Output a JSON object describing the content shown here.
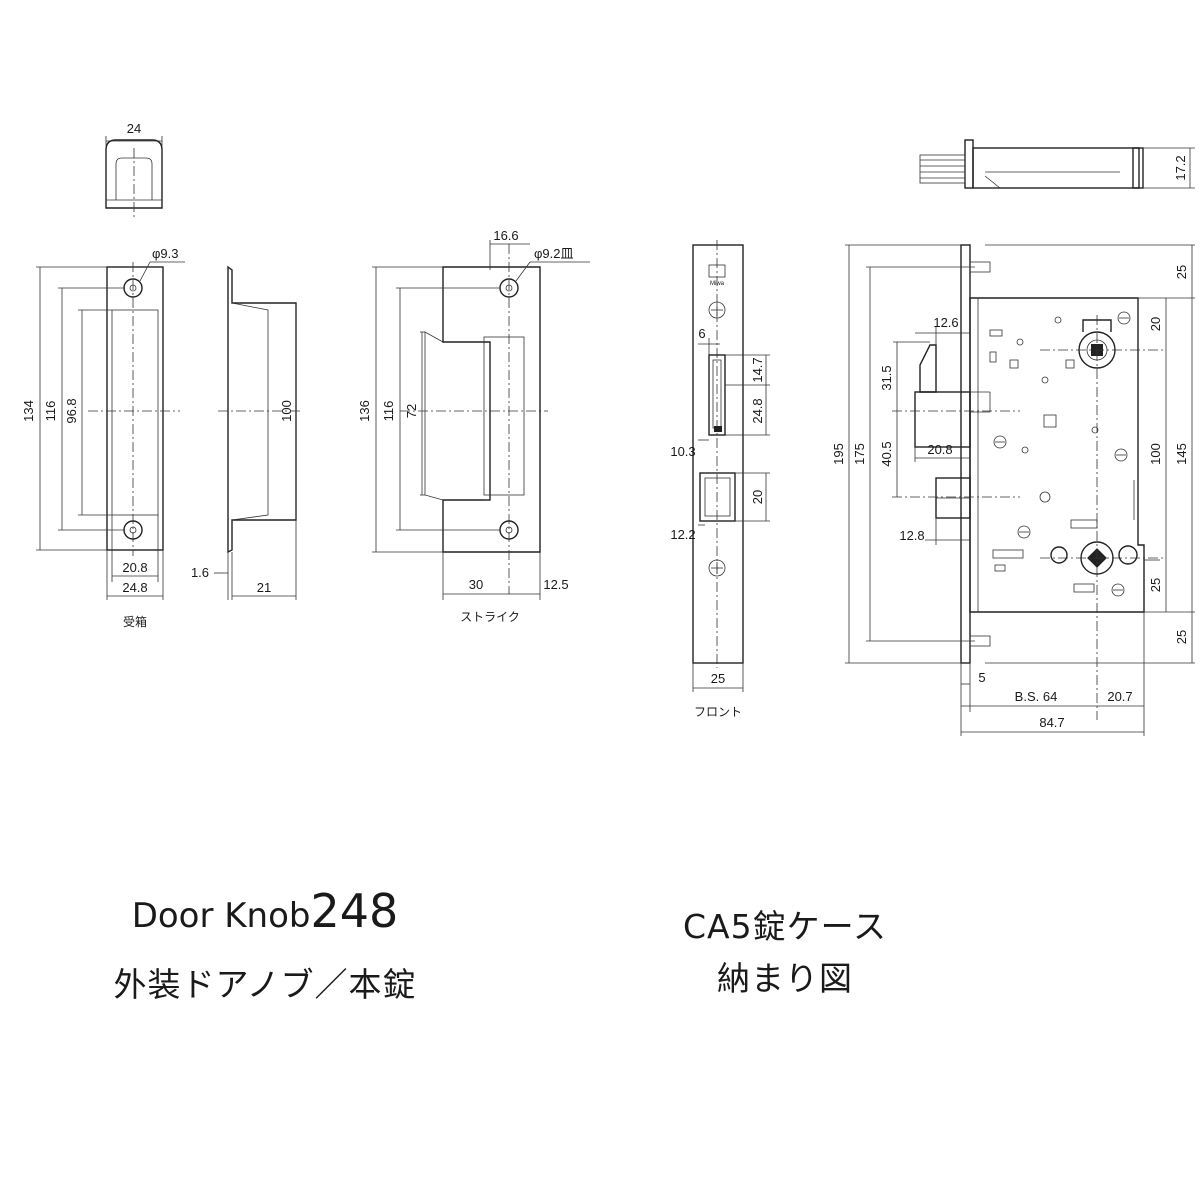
{
  "views": {
    "strike_box": {
      "caption": "受箱",
      "dims": {
        "top_width": "24",
        "hole": "φ9.3",
        "h134": "134",
        "h116": "116",
        "h96_8": "96.8",
        "w20_8": "20.8",
        "w24_8": "24.8"
      }
    },
    "strike_box_side": {
      "dims": {
        "h100": "100",
        "t1_6": "1.6",
        "d21": "21"
      }
    },
    "strike": {
      "caption": "ストライク",
      "dims": {
        "top16_6": "16.6",
        "hole": "φ9.2皿",
        "h136": "136",
        "h116": "116",
        "h72": "72",
        "w30": "30",
        "w12_5": "12.5"
      }
    },
    "front": {
      "caption": "フロント",
      "dims": {
        "d6": "6",
        "d14_7": "14.7",
        "d24_8": "24.8",
        "d10_3": "10.3",
        "d20": "20",
        "d12_2": "12.2",
        "w25": "25"
      }
    },
    "lock_case": {
      "dims": {
        "t17_2": "17.2",
        "d25a": "25",
        "d20": "20",
        "d12_6": "12.6",
        "d31_5": "31.5",
        "d20_8": "20.8",
        "d40_5": "40.5",
        "d12_8": "12.8",
        "h195": "195",
        "h175": "175",
        "h100": "100",
        "h145": "145",
        "d25b": "25",
        "d25c": "25",
        "d5": "5",
        "bs": "B.S. 64",
        "d20_7": "20.7",
        "d84_7": "84.7"
      }
    }
  },
  "titles": {
    "left_line1_text": "Door Knob",
    "left_line1_num": "248",
    "left_line2": "外装ドアノブ／本錠",
    "right_line1": "CA5錠ケース",
    "right_line2": "納まり図"
  }
}
